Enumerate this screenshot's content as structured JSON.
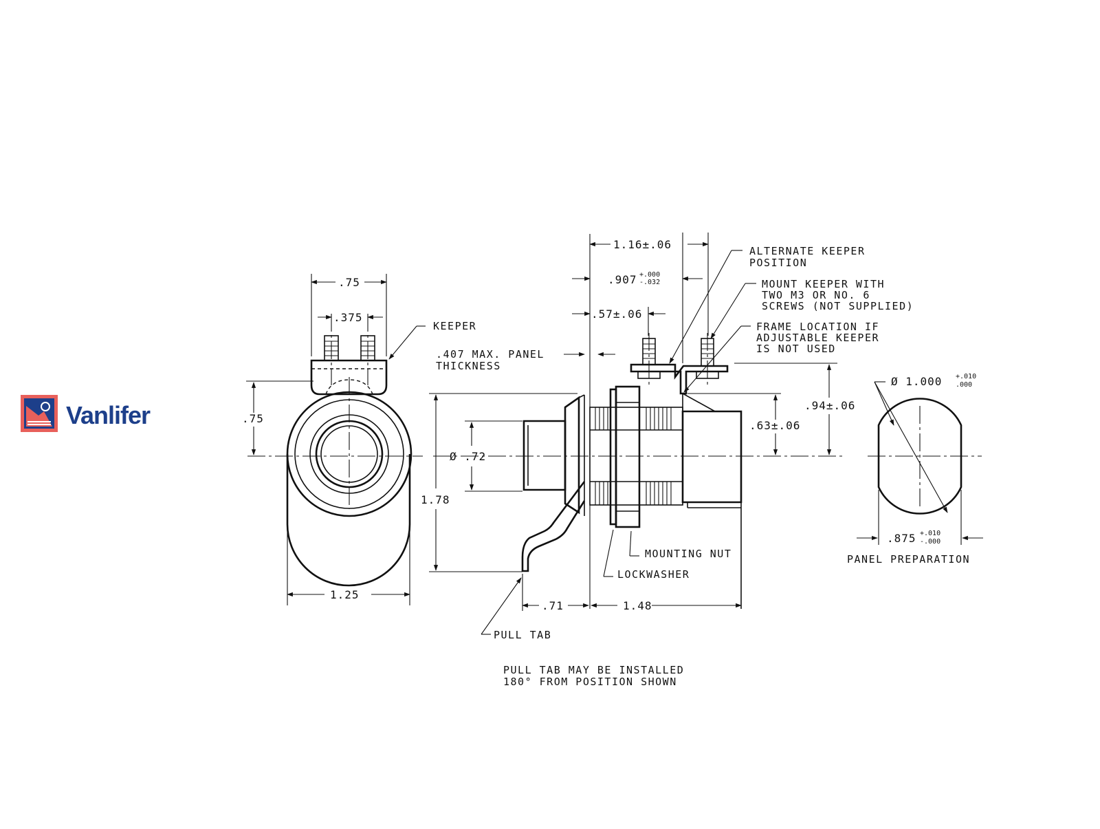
{
  "brand": {
    "name": "Vanlifer",
    "colors": {
      "frame": "#e8605b",
      "badge": "#1d3f8a",
      "text": "#1d3f8a"
    }
  },
  "drawing": {
    "line_color": "#111111",
    "front_view": {
      "dim_top": ".75",
      "dim_screw_spacing": ".375",
      "dim_height": ".75",
      "dim_width": "1.25",
      "label_keeper": "KEEPER"
    },
    "side_view": {
      "dim_overall_keeper": "1.16±.06",
      "dim_907_main": ".907",
      "dim_907_tol_upper": "+.000",
      "dim_907_tol_lower": "-.032",
      "dim_57": ".57±.06",
      "dim_panel_thickness_line1": ".407 MAX. PANEL",
      "dim_panel_thickness_line2": "THICKNESS",
      "dim_dia_72": "Ø .72",
      "dim_178": "1.78",
      "dim_63": ".63±.06",
      "dim_94": ".94±.06",
      "dim_71": ".71",
      "dim_148": "1.48",
      "label_alt_keeper_line1": "ALTERNATE KEEPER",
      "label_alt_keeper_line2": "POSITION",
      "label_mount_keeper_line1": "MOUNT KEEPER WITH",
      "label_mount_keeper_line2": "TWO M3 OR NO. 6",
      "label_mount_keeper_line3": "SCREWS (NOT SUPPLIED)",
      "label_frame_line1": "FRAME LOCATION IF",
      "label_frame_line2": "ADJUSTABLE KEEPER",
      "label_frame_line3": "IS NOT USED",
      "label_mounting_nut": "MOUNTING NUT",
      "label_lockwasher": "LOCKWASHER",
      "label_pull_tab": "PULL TAB",
      "note_line1": "PULL TAB MAY BE INSTALLED",
      "note_line2": "180° FROM POSITION SHOWN"
    },
    "panel_prep": {
      "dim_dia_main": "Ø 1.000",
      "dim_dia_tol_upper": "+.010",
      "dim_dia_tol_lower": ".000",
      "dim_flat_main": ".875",
      "dim_flat_tol_upper": "+.010",
      "dim_flat_tol_lower": "-.000",
      "label": "PANEL PREPARATION"
    }
  }
}
